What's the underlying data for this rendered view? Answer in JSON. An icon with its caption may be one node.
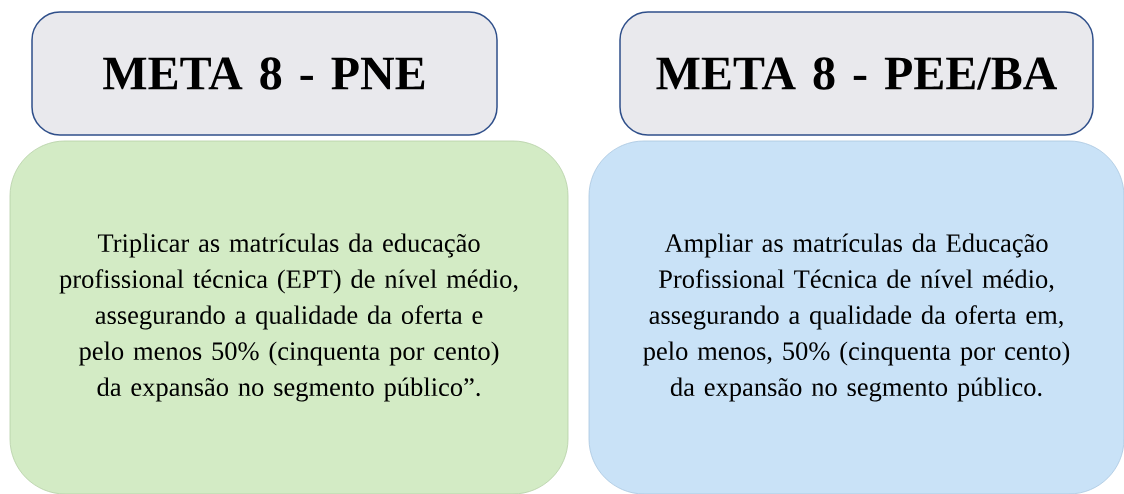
{
  "diagram": {
    "nodes": [
      {
        "text": [
          "META 8 - PNE"
        ]
      },
      {
        "text": [
          "Triplicar as matrículas da educação profissional técnica (EPT) de nível médio, assegurando a qualidade da oferta e pelo menos 50% (cinquenta por cento) da expansão no segmento público”."
        ]
      },
      {
        "text": [
          "META 8 - PEE/BA"
        ]
      },
      {
        "text": [
          "Ampliar as matrículas da Educação Profissional Técnica de nível médio, assegurando a qualidade da oferta em, pelo menos, 50% (cinquenta por cento) da expansão no segmento público."
        ]
      }
    ]
  }
}
